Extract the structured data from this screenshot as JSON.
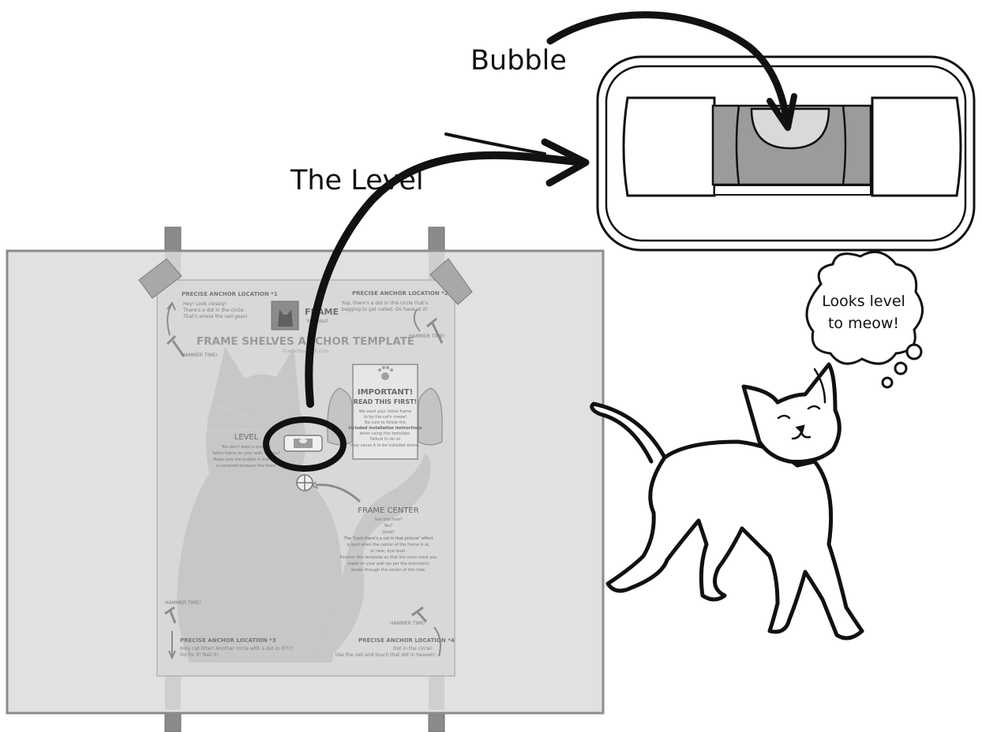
{
  "callouts": {
    "bubble": "Bubble",
    "the_level": "The Level",
    "thought": [
      "Looks level",
      "to meow!"
    ]
  },
  "template": {
    "title": "FRAME SHELVES ANCHOR TEMPLATE",
    "website": "FrameYourWall.com",
    "brand": "FRAME",
    "brand_sub": "Your Wall",
    "anchors": [
      {
        "label": "PRECISE ANCHOR LOCATION *1",
        "lines": [
          "Hey! Look closely!",
          "There's a dot in the circle.",
          "That's where the nail goes!"
        ]
      },
      {
        "label": "PRECISE ANCHOR LOCATION *2",
        "lines": [
          "Yup, there's a dot in this circle that's",
          "begging to get nailed. Go have at it!"
        ]
      },
      {
        "label": "PRECISE ANCHOR LOCATION *3",
        "lines": [
          "Holy cat litter! Another circle with a dot in it?!?!",
          "Go for it! Nail it!"
        ]
      },
      {
        "label": "PRECISE ANCHOR LOCATION *4",
        "lines": [
          "Dot in the circle!",
          "Use the nail and touch that dot in heaven!"
        ]
      }
    ],
    "hammer_time": "HAMMER TIME!",
    "level": {
      "heading": "LEVEL",
      "lines": [
        "You don't want a crooked",
        "feline frame on your wall, do you?",
        "Make sure the bubble in the level",
        "is centered between the lines!"
      ]
    },
    "important": {
      "heading": "IMPORTANT!",
      "subheading": "READ THIS FIRST!",
      "lines": [
        "We want your feline frame",
        "to be the cat's meow!",
        "Be sure to follow the",
        "included installation instructions",
        "when using this template.",
        "Failure to do so",
        "may cause it to be installed wrong."
      ]
    },
    "frame_center": {
      "heading": "FRAME CENTER",
      "lines": [
        "See this hole?",
        "Yes?",
        "Good!",
        "The \"Look there's a cat in that picture\" effect",
        "is best when the center of the frame is at,",
        "or near, eye level.",
        "Position this template so that the cross mark you",
        "made on your wall (as per the directions)",
        "shows through the center of this hole."
      ]
    }
  },
  "colors": {
    "ink": "#111111",
    "board": "#e1e1e1",
    "board_border": "#8c8c8c",
    "template": "#d6d6d6",
    "tape": "#a9a9a9",
    "cat_silhouette": "#c8c8c8"
  }
}
